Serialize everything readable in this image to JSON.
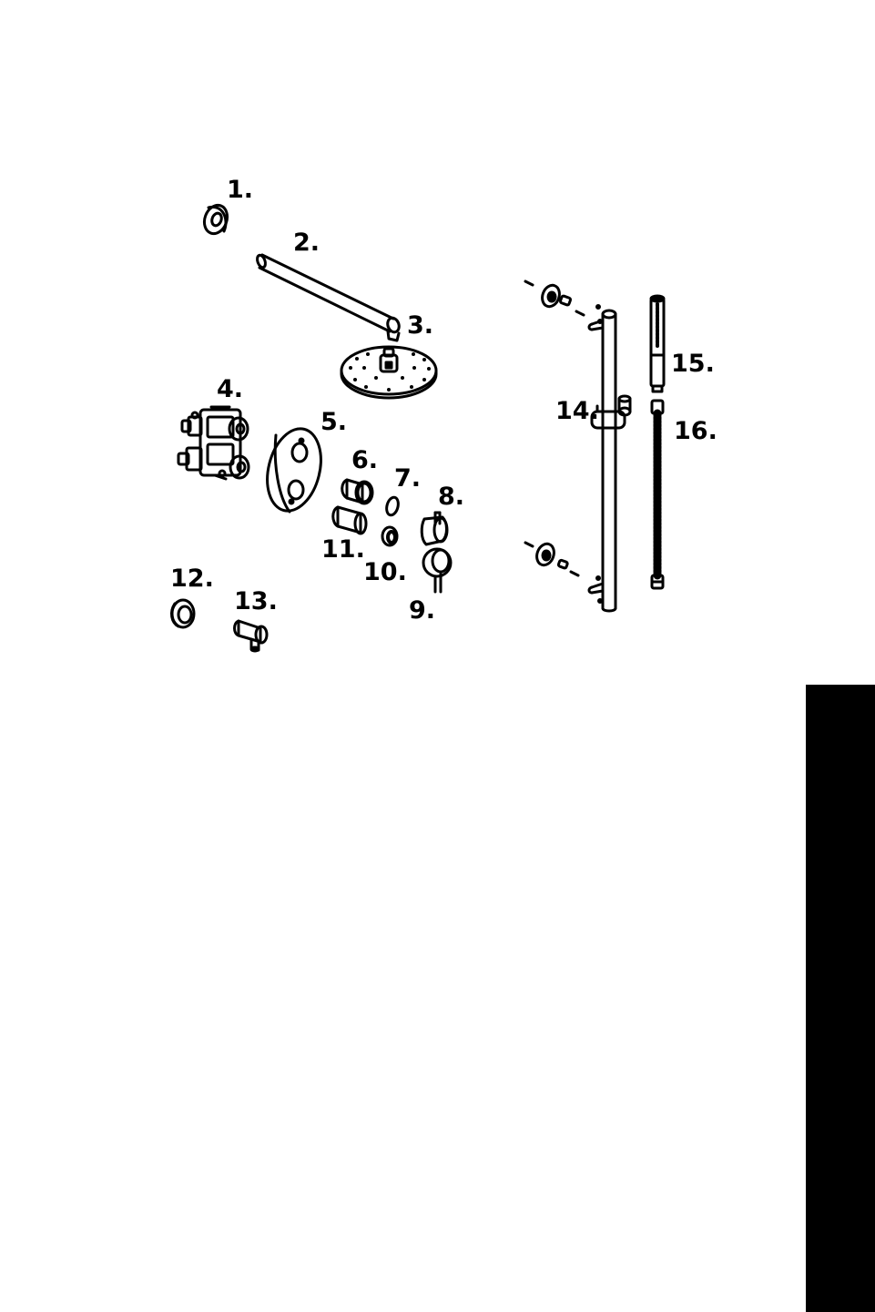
{
  "colors": {
    "ink": "#000000",
    "paper": "#ffffff",
    "tab": "#000000"
  },
  "labels": {
    "p1": "1.",
    "p2": "2.",
    "p3": "3.",
    "p4": "4.",
    "p5": "5.",
    "p6": "6.",
    "p7": "7.",
    "p8": "8.",
    "p9": "9.",
    "p10": "10.",
    "p11": "11.",
    "p12": "12.",
    "p13": "13.",
    "p14": "14.",
    "p15": "15.",
    "p16": "16."
  }
}
